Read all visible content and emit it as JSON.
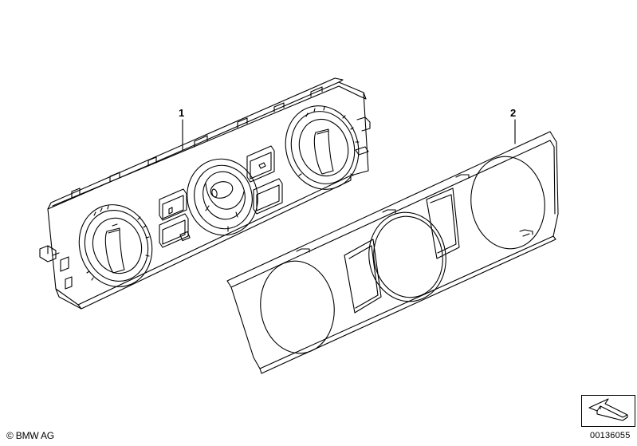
{
  "callouts": [
    {
      "id": "1",
      "label": "1"
    },
    {
      "id": "2",
      "label": "2"
    }
  ],
  "footer": {
    "copyright_symbol": "©",
    "copyright_text": " BMW AG",
    "figure_id": "00136055"
  },
  "icons": {
    "navigation": "arrow-next-icon"
  },
  "colors": {
    "line": "#000000",
    "background": "#ffffff"
  }
}
